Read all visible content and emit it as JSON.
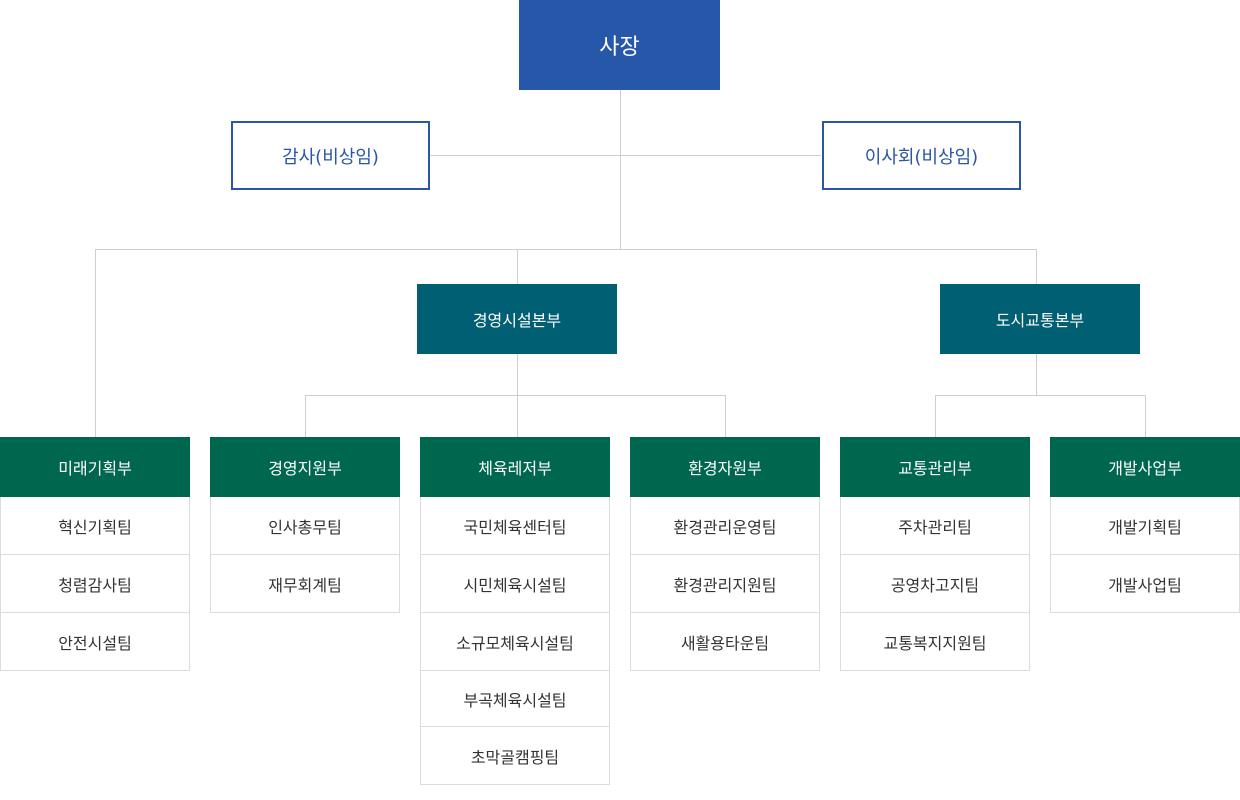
{
  "ceo": "사장",
  "auditor": "감사(비상임)",
  "board": "이사회(비상임)",
  "headquarters": [
    "경영시설본부",
    "도시교통본부"
  ],
  "departments": [
    {
      "name": "미래기획부",
      "teams": [
        "혁신기획팀",
        "청렴감사팀",
        "안전시설팀"
      ]
    },
    {
      "name": "경영지원부",
      "teams": [
        "인사총무팀",
        "재무회계팀"
      ]
    },
    {
      "name": "체육레저부",
      "teams": [
        "국민체육센터팀",
        "시민체육시설팀",
        "소규모체육시설팀",
        "부곡체육시설팀",
        "초막골캠핑팀"
      ]
    },
    {
      "name": "환경자원부",
      "teams": [
        "환경관리운영팀",
        "환경관리지원팀",
        "새활용타운팀"
      ]
    },
    {
      "name": "교통관리부",
      "teams": [
        "주차관리팀",
        "공영차고지팀",
        "교통복지지원팀"
      ]
    },
    {
      "name": "개발사업부",
      "teams": [
        "개발기획팀",
        "개발사업팀"
      ]
    }
  ],
  "colors": {
    "ceo": "#2757a8",
    "headquarters": "#005f73",
    "department": "#00674f"
  }
}
